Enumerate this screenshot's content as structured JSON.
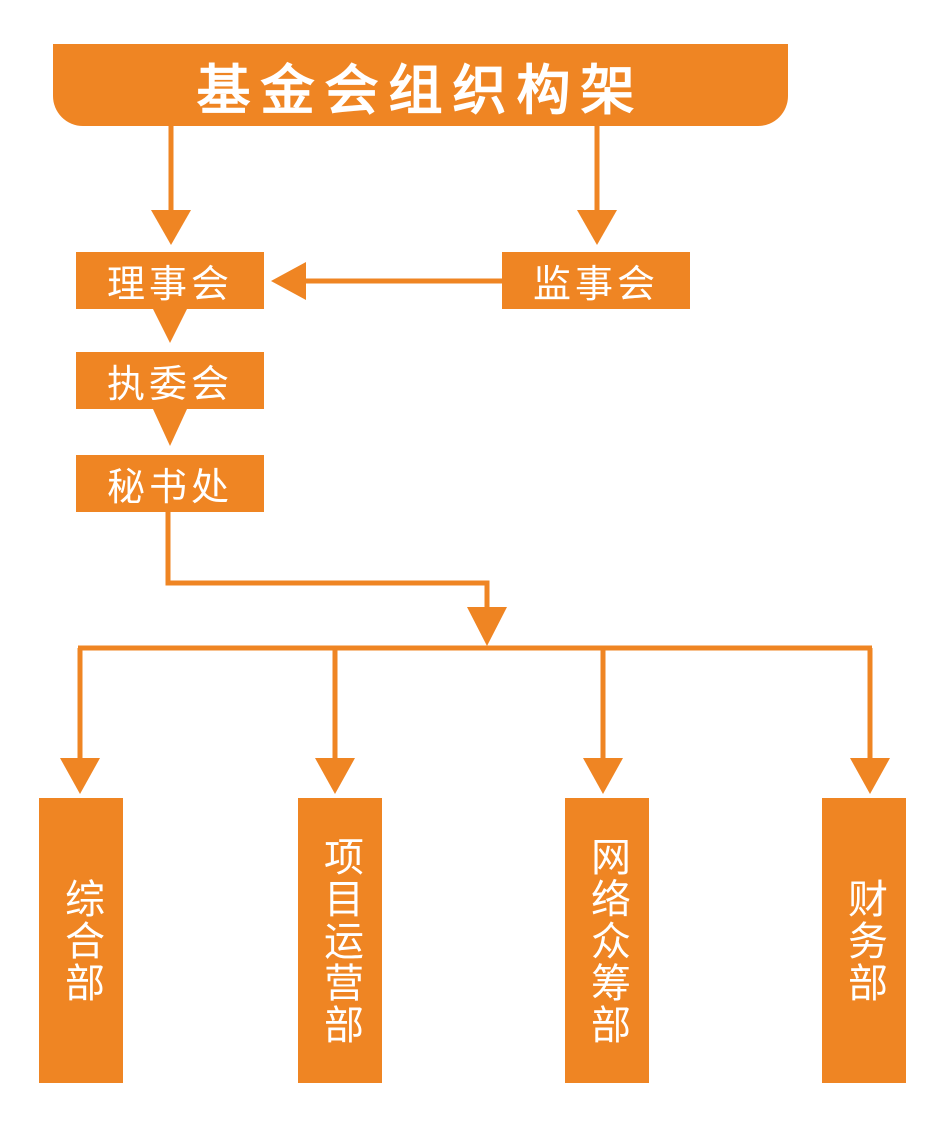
{
  "title": "基金会组织构架",
  "nodes": {
    "lishihui": "理事会",
    "jianshihui": "监事会",
    "zhiweihui": "执委会",
    "mishuchu": "秘书处",
    "departments": [
      "综合部",
      "项目运营部",
      "网络众筹部",
      "财务部"
    ]
  },
  "colors": {
    "accent": "#ef8523",
    "text": "#ffffff"
  }
}
